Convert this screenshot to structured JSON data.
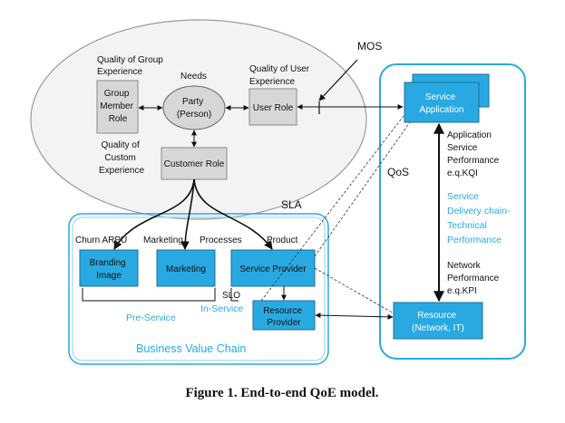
{
  "caption": "Figure 1. End-to-end QoE model.",
  "customer": {
    "group_label": [
      "Quality of Group",
      "Experience"
    ],
    "group_role": [
      "Group",
      "Member",
      "Role"
    ],
    "needs": "Needs",
    "party": [
      "Party",
      "(Person)"
    ],
    "user_exp_label": [
      "Quality of User",
      "Experience"
    ],
    "user_role": "User Role",
    "custom_label": [
      "Quality of",
      "Custom",
      "Experience"
    ],
    "customer_role": "Customer Role"
  },
  "mos": "MOS",
  "sla": "SLA",
  "qos": "QoS",
  "business": {
    "churn_arpu": "Churn ARPU",
    "marketing_label": "Marketing",
    "processes": "Processes",
    "product": "Product",
    "branding_image": [
      "Branding",
      "Image"
    ],
    "marketing_box": "Marketing",
    "service_provider": "Service Provider",
    "slo": "SLO",
    "pre_service": "Pre-Service",
    "in_service": "In-Service",
    "resource_provider": [
      "Resource",
      "Provider"
    ],
    "title": "Business Value Chain"
  },
  "delivery": {
    "service_application": [
      "Service",
      "Application"
    ],
    "app_perf": [
      "Application",
      "Service",
      "Performance",
      "e.q.KQI"
    ],
    "chain_title": [
      "Service",
      "Delivery chain-",
      "Technical",
      "Performance"
    ],
    "net_perf": [
      "Network",
      "Performance",
      "e.q.KPI"
    ],
    "resource": [
      "Resource",
      "(Network, IT)"
    ]
  },
  "colors": {
    "box_blue": "#29a9e1",
    "box_gray": "#d7d7d7",
    "frame_blue": "#29a9e1",
    "ellipse_fill": "#f2f2f2"
  }
}
